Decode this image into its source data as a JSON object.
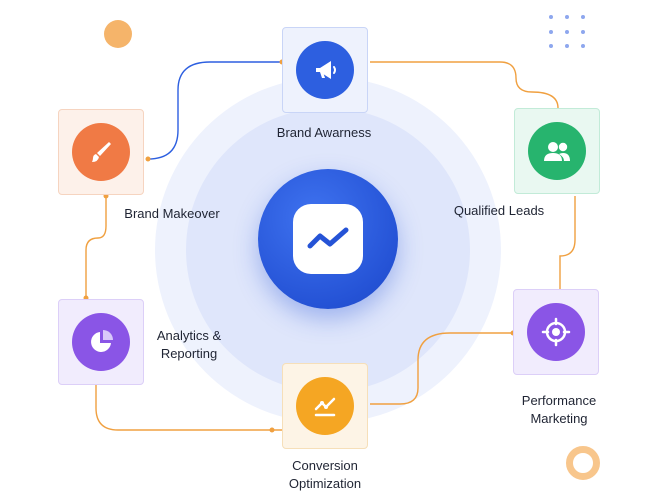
{
  "diagram": {
    "nodes": [
      {
        "id": "brand-awareness",
        "label": "Brand Awarness",
        "icon": "megaphone-icon",
        "color": "#2d5fe0"
      },
      {
        "id": "qualified-leads",
        "label": "Qualified Leads",
        "icon": "users-icon",
        "color": "#27b46e"
      },
      {
        "id": "performance-marketing",
        "label_line1": "Performance",
        "label_line2": "Marketing",
        "icon": "target-icon",
        "color": "#8a55e6"
      },
      {
        "id": "conversion-optimization",
        "label_line1": "Conversion",
        "label_line2": "Optimization",
        "icon": "trend-line-icon",
        "color": "#f5a623"
      },
      {
        "id": "analytics-reporting",
        "label_line1": "Analytics &",
        "label_line2": "Reporting",
        "icon": "pie-chart-icon",
        "color": "#8a55e6"
      },
      {
        "id": "brand-makeover",
        "label": "Brand Makeover",
        "icon": "paintbrush-icon",
        "color": "#f07a45"
      }
    ],
    "center": {
      "icon": "activity-chart-icon",
      "color": "#2553d6"
    },
    "connector_colors": {
      "blue": "#2d5fe0",
      "orange": "#f0a040"
    }
  }
}
